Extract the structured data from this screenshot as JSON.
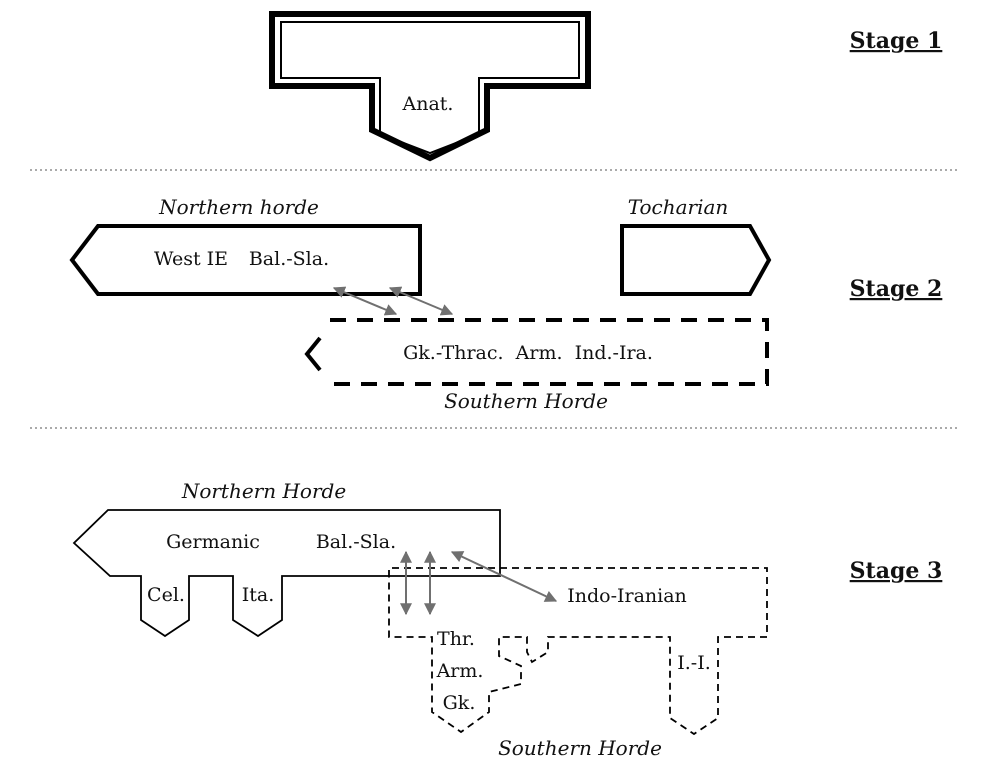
{
  "stages": [
    "Stage 1",
    "Stage 2",
    "Stage 3"
  ],
  "stage1": {
    "anatolian": "Anat."
  },
  "stage2": {
    "northern_title": "Northern horde",
    "west_ie": "West IE",
    "bal_sla": "Bal.-Sla.",
    "tocharian_title": "Tocharian",
    "southern_languages": "Gk.-Thrac.  Arm.  Ind.-Ira.",
    "southern_title": "Southern Horde"
  },
  "stage3": {
    "northern_title": "Northern Horde",
    "germanic": "Germanic",
    "bal_sla": "Bal.-Sla.",
    "celtic": "Cel.",
    "italic": "Ita.",
    "indo_iranian": "Indo-Iranian",
    "thracian": "Thr.",
    "armenian": "Arm.",
    "greek": "Gk.",
    "ii_short": "I.-I.",
    "southern_title": "Southern Horde"
  },
  "colors": {
    "ink": "#000000",
    "arrow": "#707070",
    "divider": "#555555"
  }
}
